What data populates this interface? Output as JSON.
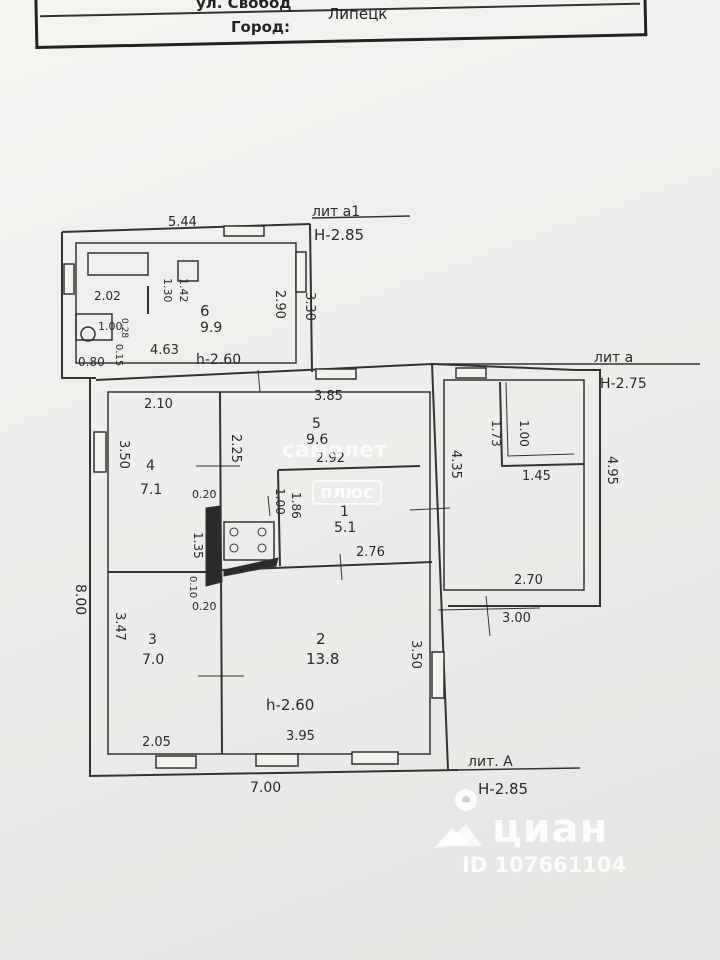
{
  "header": {
    "street_fragment": "ул. Свобод",
    "city_label": "Город:",
    "city": "Липецк"
  },
  "plan": {
    "annex_a1": {
      "lit": "лит а1",
      "height": "Н-2.85"
    },
    "annex_a": {
      "lit": "лит а",
      "height": "Н-2.75"
    },
    "main_A": {
      "lit": "лит. А",
      "height": "Н-2.85"
    },
    "ceiling_upper": "h-2.60",
    "ceiling_lower": "h-2.60",
    "rooms": [
      {
        "id": "6",
        "area": "9.9"
      },
      {
        "id": "5",
        "area": "9.6"
      },
      {
        "id": "4",
        "area": "7.1"
      },
      {
        "id": "1",
        "area": "5.1"
      },
      {
        "id": "3",
        "area": "7.0"
      },
      {
        "id": "2",
        "area": "13.8"
      }
    ],
    "dims": {
      "d_5_44": "5.44",
      "d_3_30": "3.30",
      "d_2_90": "2.90",
      "d_4_63": "4.63",
      "d_2_02": "2.02",
      "d_1_30": "1.30",
      "d_1_42": "1.42",
      "d_1_00": "1.00",
      "d_0_28": "0.28",
      "d_0_80": "0.80",
      "d_0_15": "0.15",
      "d_2_10": "2.10",
      "d_3_85": "3.85",
      "d_3_50_left": "3.50",
      "d_2_25": "2.25",
      "d_2_92": "2.92",
      "d_1_00_mid": "1.00",
      "d_1_86": "1.86",
      "d_2_76": "2.76",
      "d_0_20_top": "0.20",
      "d_1_35": "1.35",
      "d_0_10": "0.10",
      "d_0_20_bot": "0.20",
      "d_4_35": "4.35",
      "d_1_73": "1.73",
      "d_1_00_annex": "1.00",
      "d_1_45": "1.45",
      "d_4_95": "4.95",
      "d_2_70": "2.70",
      "d_3_00": "3.00",
      "d_8_00": "8.00",
      "d_3_47": "3.47",
      "d_3_50_right": "3.50",
      "d_2_05": "2.05",
      "d_3_95": "3.95",
      "d_7_00": "7.00"
    }
  },
  "watermark": {
    "brand": "циан",
    "listing_id": "ID 107661104",
    "camera_text": "самолет",
    "plus_text": "плюс"
  }
}
